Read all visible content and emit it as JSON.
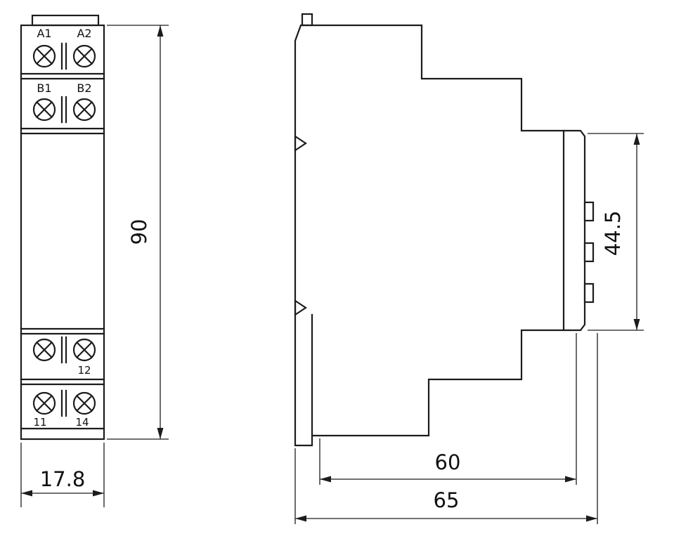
{
  "colors": {
    "ink": "#1c1c1c",
    "background": "#ffffff"
  },
  "front_view": {
    "terminal_labels": {
      "a1": "A1",
      "a2": "A2",
      "b1": "B1",
      "b2": "B2",
      "t12": "12",
      "t11": "11",
      "t14": "14"
    },
    "dimensions": {
      "height": "90",
      "width": "17.8"
    }
  },
  "side_view": {
    "dimensions": {
      "face_height": "44.5",
      "depth_body": "60",
      "depth_overall": "65"
    }
  }
}
